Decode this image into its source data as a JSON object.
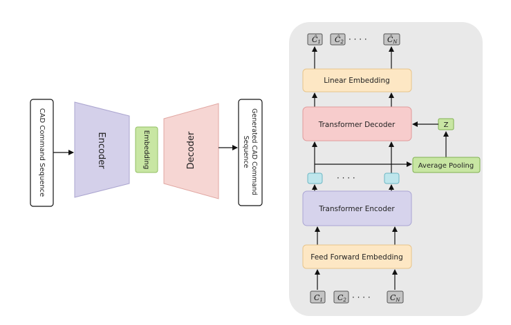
{
  "left": {
    "input_label": "CAD Command Sequence",
    "encoder_label": "Encoder",
    "embedding_label": "Embedding",
    "decoder_label": "Decoder",
    "output_label": "Generated CAD Command Sequence",
    "output_line1": "Generated CAD Command",
    "output_line2": "Sequence"
  },
  "right": {
    "linear_embedding": "Linear Embedding",
    "transformer_decoder": "Transformer Decoder",
    "transformer_encoder": "Transformer Encoder",
    "feed_forward_embedding": "Feed Forward Embedding",
    "average_pooling": "Average Pooling",
    "z_label": "Z",
    "dots": "· · · ·",
    "outputs": {
      "c1": "Ĉ",
      "c1_sub": "1",
      "c2": "Ĉ",
      "c2_sub": "2",
      "cn": "Ĉ",
      "cn_sub": "N"
    },
    "inputs": {
      "c1": "C",
      "c1_sub": "1",
      "c2": "C",
      "c2_sub": "2",
      "cn": "C",
      "cn_sub": "N"
    }
  },
  "colors": {
    "encoder": "#d4d0ea",
    "embedding": "#c8e6a3",
    "decoder": "#f6d6d3",
    "linear_embedding": "#fde7c4",
    "transformer_decoder": "#f7cccc",
    "transformer_encoder": "#d6d3ec",
    "feed_forward": "#fde7c4",
    "average_pooling": "#c8e6a3",
    "z_box": "#c8e6a3",
    "latent": "#bfe6ec",
    "token": "#c4c4c4",
    "panel": "#e9e9e9"
  }
}
